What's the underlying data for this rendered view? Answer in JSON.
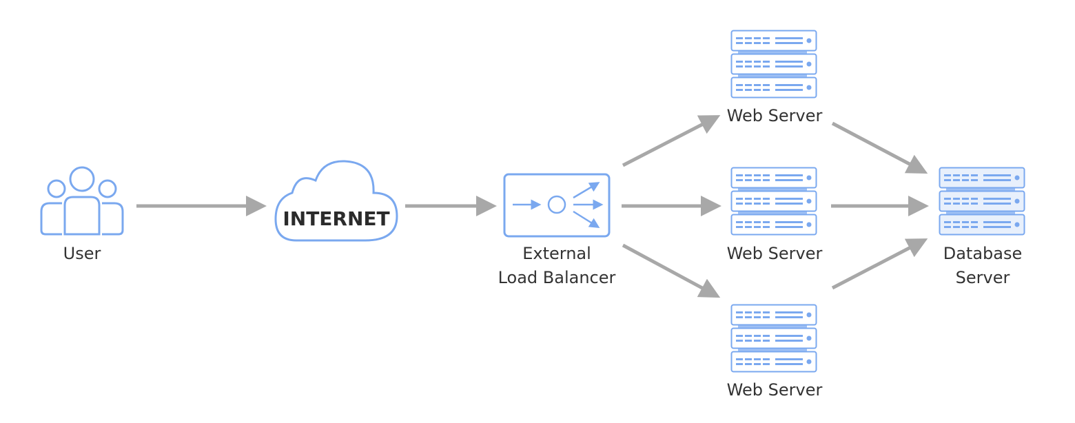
{
  "colors": {
    "icon_stroke": "#7AA8EF",
    "icon_fill_light": "#E8F0FC",
    "arrow": "#A8A8A8",
    "label_text": "#333333"
  },
  "nodes": {
    "user": {
      "label": "User",
      "icon": "users-icon"
    },
    "internet": {
      "label": "INTERNET",
      "icon": "cloud-icon"
    },
    "load_balancer": {
      "label_line1": "External",
      "label_line2": "Load Balancer",
      "icon": "load-balancer-icon"
    },
    "web_server_top": {
      "label": "Web Server",
      "icon": "server-rack-icon"
    },
    "web_server_middle": {
      "label": "Web Server",
      "icon": "server-rack-icon"
    },
    "web_server_bottom": {
      "label": "Web Server",
      "icon": "server-rack-icon"
    },
    "database_server": {
      "label_line1": "Database",
      "label_line2": "Server",
      "icon": "database-server-icon"
    }
  },
  "connections": [
    {
      "from": "user",
      "to": "internet"
    },
    {
      "from": "internet",
      "to": "load_balancer"
    },
    {
      "from": "load_balancer",
      "to": "web_server_top"
    },
    {
      "from": "load_balancer",
      "to": "web_server_middle"
    },
    {
      "from": "load_balancer",
      "to": "web_server_bottom"
    },
    {
      "from": "web_server_top",
      "to": "database_server"
    },
    {
      "from": "web_server_middle",
      "to": "database_server"
    },
    {
      "from": "web_server_bottom",
      "to": "database_server"
    }
  ]
}
